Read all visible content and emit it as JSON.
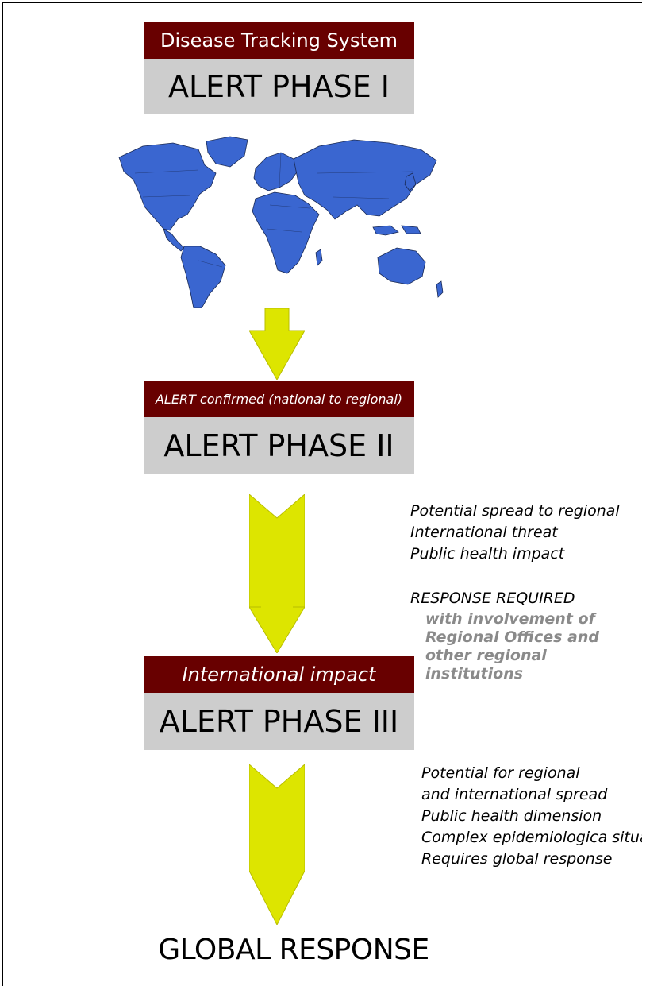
{
  "header": {
    "system_title": "Disease Tracking System",
    "phase1_label": "ALERT PHASE I"
  },
  "map": {
    "icon": "world-map-icon",
    "color": "#3a66d0"
  },
  "phase2": {
    "band_label": "ALERT confirmed (national to regional)",
    "phase_label": "ALERT PHASE II"
  },
  "notes1": {
    "lines": [
      "Potential spread to regional",
      "International threat",
      "Public health impact"
    ],
    "response_heading": "RESPONSE REQUIRED",
    "response_detail": [
      "with involvement of",
      "Regional Offices and",
      "other regional",
      "institutions"
    ]
  },
  "phase3": {
    "band_label": "International impact",
    "phase_label": "ALERT PHASE III"
  },
  "notes2": {
    "lines": [
      "Potential for regional",
      "and international spread",
      "Public health dimension",
      "Complex epidemiologica situation",
      "Requires global response"
    ]
  },
  "final": {
    "label": "GLOBAL RESPONSE"
  },
  "colors": {
    "band": "#680000",
    "phase_box": "#cdcdcd",
    "arrow": "#dde500",
    "detail_text": "#8a8a8a"
  }
}
